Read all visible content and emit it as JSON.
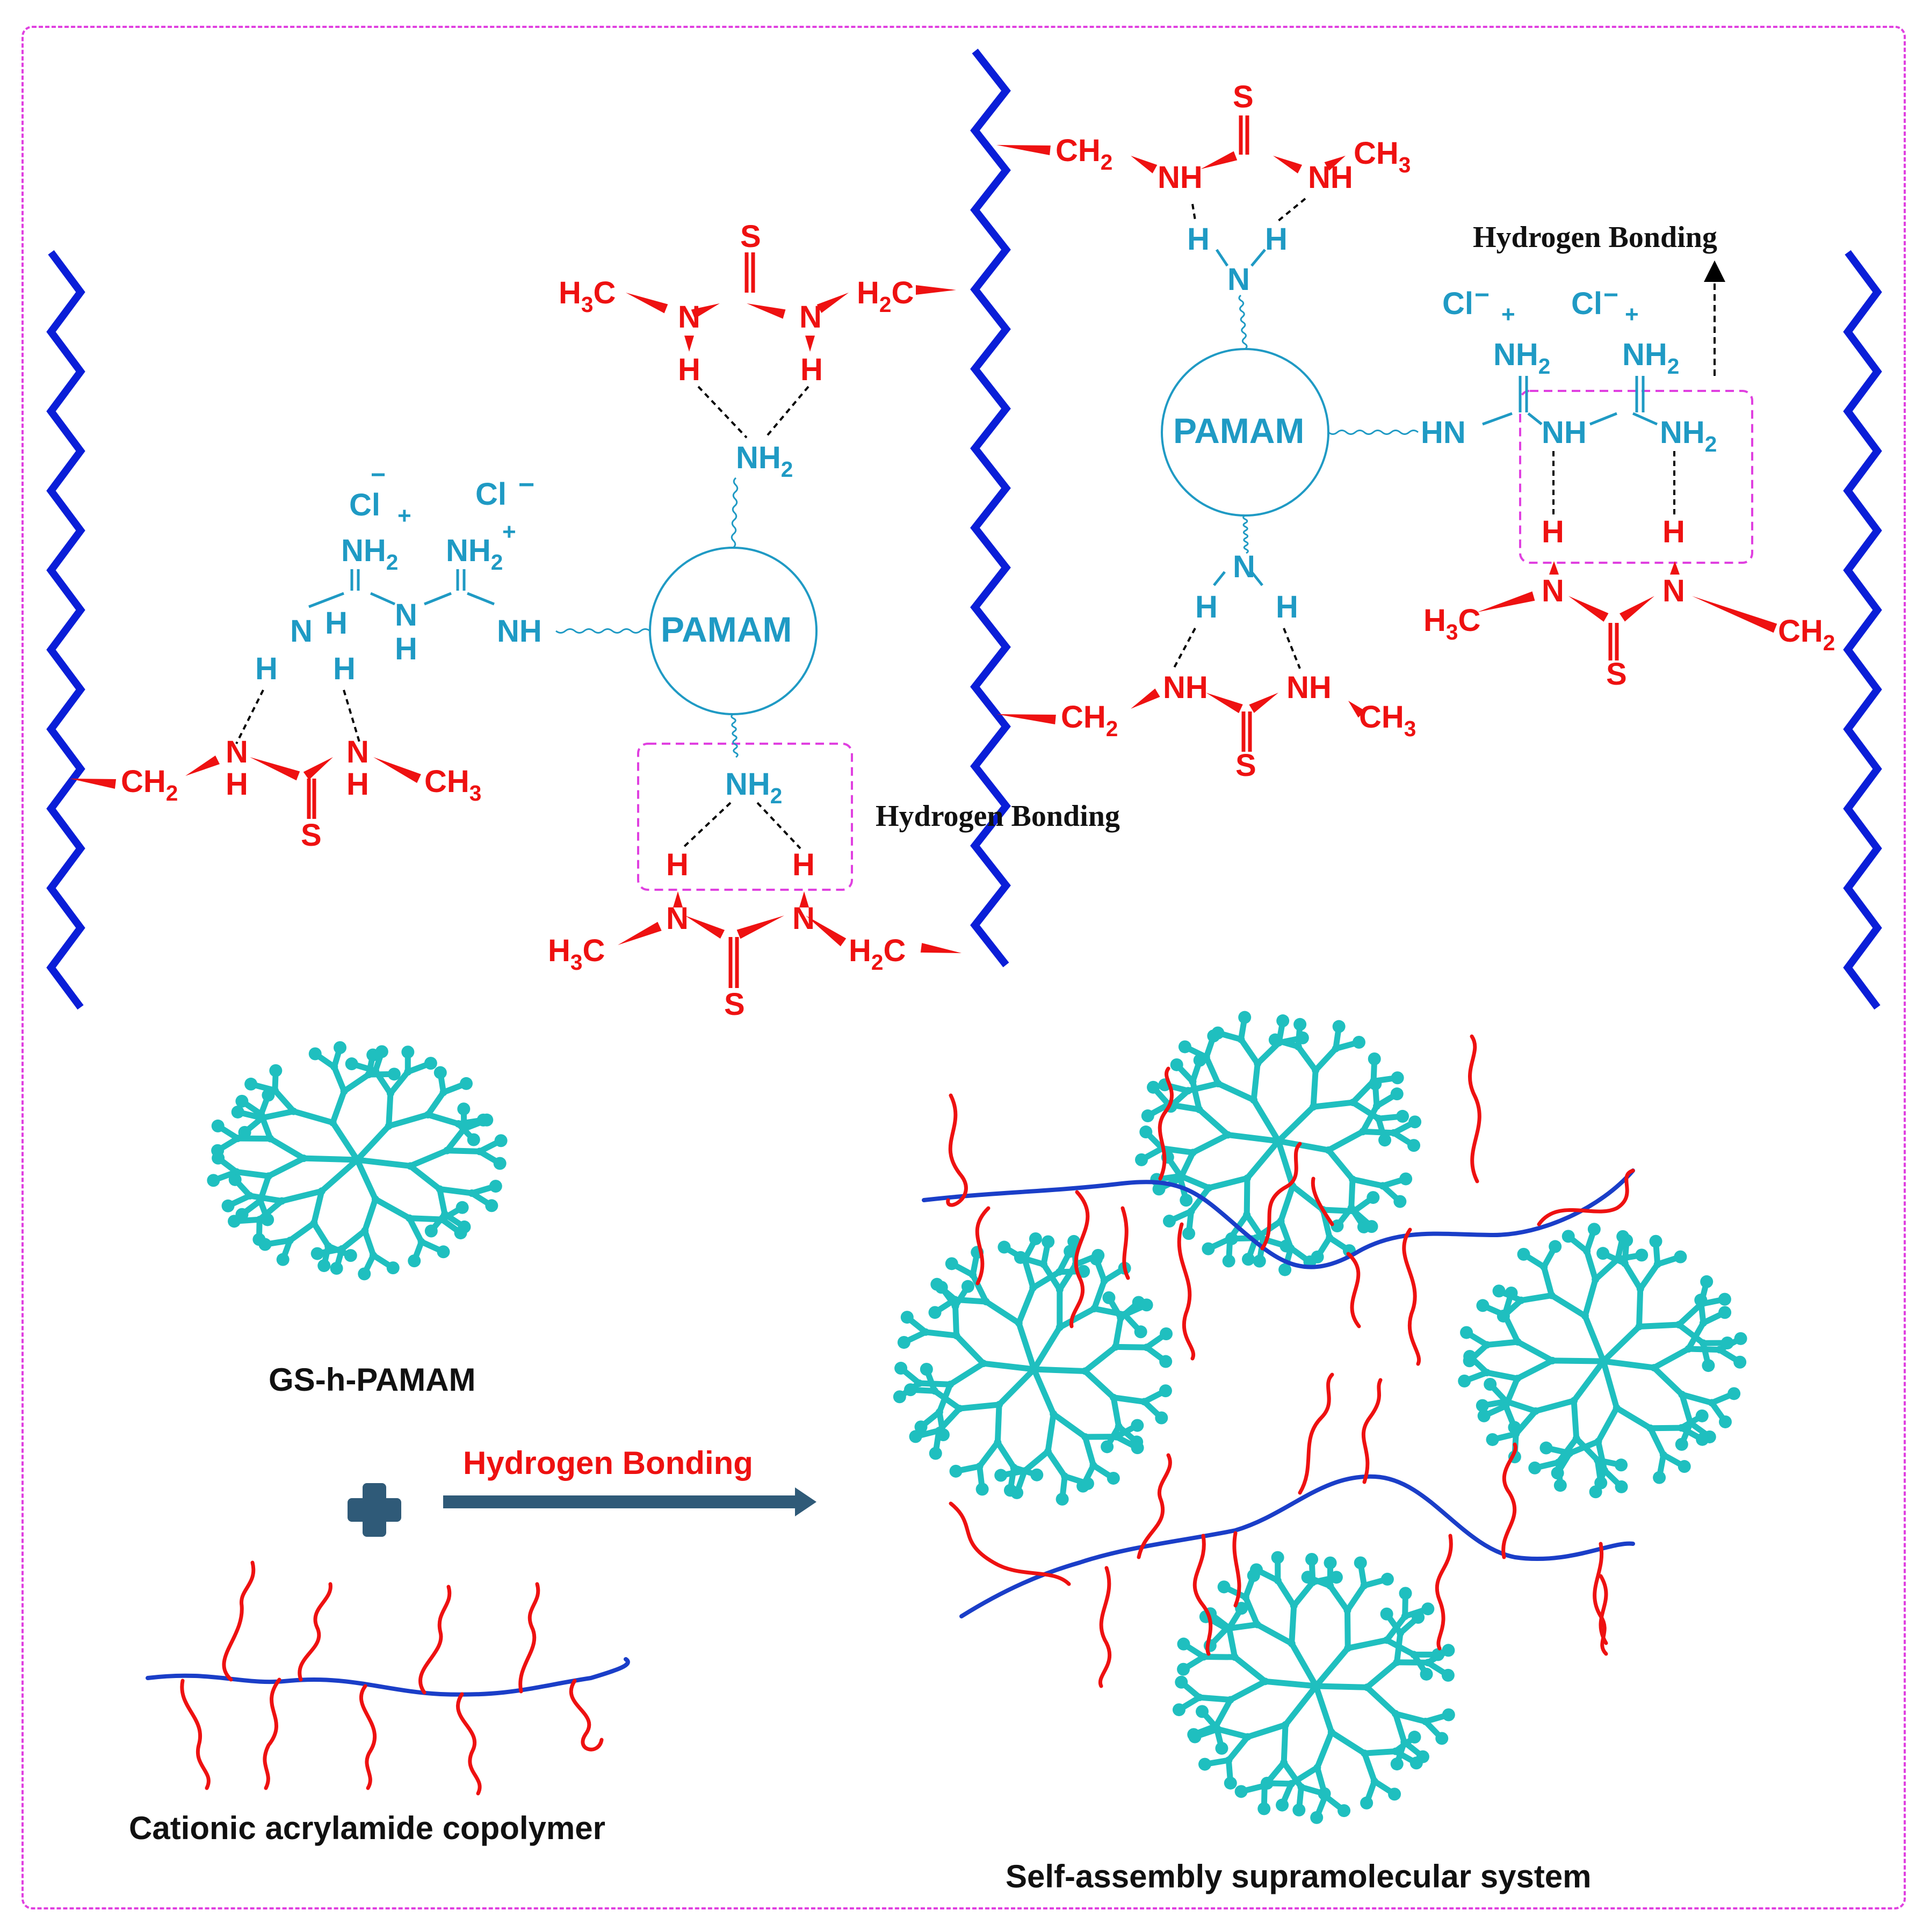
{
  "colors": {
    "backbone": "#0a1ed8",
    "thiourea": "#ee1111",
    "amine": "#1f9ac4",
    "dendrimer": "#1fbfbf",
    "arrow": "#2f5a78",
    "dashed_box": "#e040e0",
    "chain_blue": "#1a3ec8"
  },
  "labels": {
    "pamam": "PAMAM",
    "hb_bold": "Hydrogen Bonding",
    "hb_red": "Hydrogen Bonding",
    "gs_pamam": "GS-h-PAMAM",
    "cationic": "Cationic acrylamide copolymer",
    "self_assembly": "Self-assembly supramolecular system"
  },
  "chem": {
    "h3c": "H3C",
    "ch3": "CH3",
    "ch2": "CH2",
    "h2c": "H2C",
    "n": "N",
    "h": "H",
    "nh": "NH",
    "hn": "HN",
    "nh2": "NH2",
    "s": "S",
    "cl": "Cl",
    "minus": "−",
    "plus": "+"
  },
  "icons": {
    "plus": "plus-icon",
    "arrow": "right-arrow-icon"
  }
}
